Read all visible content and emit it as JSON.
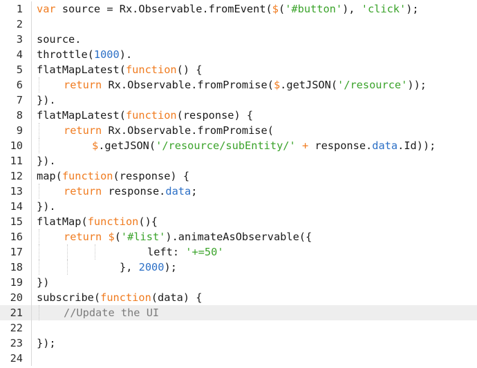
{
  "editor": {
    "active_line": 21,
    "lines": [
      {
        "n": "1",
        "indent": 0,
        "tokens": [
          [
            "kw",
            "var"
          ],
          [
            "plain",
            " source = Rx.Observable.fromEvent("
          ],
          [
            "kw",
            "$"
          ],
          [
            "plain",
            "("
          ],
          [
            "str",
            "'#button'"
          ],
          [
            "plain",
            "), "
          ],
          [
            "str",
            "'click'"
          ],
          [
            "plain",
            ");"
          ]
        ]
      },
      {
        "n": "2",
        "indent": 0,
        "tokens": []
      },
      {
        "n": "3",
        "indent": 0,
        "tokens": [
          [
            "plain",
            "source."
          ]
        ]
      },
      {
        "n": "4",
        "indent": 0,
        "tokens": [
          [
            "plain",
            "throttle("
          ],
          [
            "num",
            "1000"
          ],
          [
            "plain",
            ")."
          ]
        ]
      },
      {
        "n": "5",
        "indent": 0,
        "tokens": [
          [
            "plain",
            "flatMapLatest("
          ],
          [
            "kw",
            "function"
          ],
          [
            "plain",
            "() {"
          ]
        ]
      },
      {
        "n": "6",
        "indent": 1,
        "tokens": [
          [
            "kw",
            "return"
          ],
          [
            "plain",
            " Rx.Observable.fromPromise("
          ],
          [
            "kw",
            "$"
          ],
          [
            "plain",
            ".getJSON("
          ],
          [
            "str",
            "'/resource'"
          ],
          [
            "plain",
            "));"
          ]
        ]
      },
      {
        "n": "7",
        "indent": 0,
        "tokens": [
          [
            "plain",
            "})."
          ]
        ]
      },
      {
        "n": "8",
        "indent": 0,
        "tokens": [
          [
            "plain",
            "flatMapLatest("
          ],
          [
            "kw",
            "function"
          ],
          [
            "plain",
            "(response) {"
          ]
        ]
      },
      {
        "n": "9",
        "indent": 1,
        "tokens": [
          [
            "kw",
            "return"
          ],
          [
            "plain",
            " Rx.Observable.fromPromise("
          ]
        ]
      },
      {
        "n": "10",
        "indent": 2,
        "tokens": [
          [
            "kw",
            "$"
          ],
          [
            "plain",
            ".getJSON("
          ],
          [
            "str",
            "'/resource/subEntity/'"
          ],
          [
            "plain",
            " "
          ],
          [
            "kw",
            "+"
          ],
          [
            "plain",
            " response."
          ],
          [
            "prop",
            "data"
          ],
          [
            "plain",
            ".Id));"
          ]
        ]
      },
      {
        "n": "11",
        "indent": 0,
        "tokens": [
          [
            "plain",
            "})."
          ]
        ]
      },
      {
        "n": "12",
        "indent": 0,
        "tokens": [
          [
            "plain",
            "map("
          ],
          [
            "kw",
            "function"
          ],
          [
            "plain",
            "(response) {"
          ]
        ]
      },
      {
        "n": "13",
        "indent": 1,
        "tokens": [
          [
            "kw",
            "return"
          ],
          [
            "plain",
            " response."
          ],
          [
            "prop",
            "data"
          ],
          [
            "plain",
            ";"
          ]
        ]
      },
      {
        "n": "14",
        "indent": 0,
        "tokens": [
          [
            "plain",
            "})."
          ]
        ]
      },
      {
        "n": "15",
        "indent": 0,
        "tokens": [
          [
            "plain",
            "flatMap("
          ],
          [
            "kw",
            "function"
          ],
          [
            "plain",
            "(){"
          ]
        ]
      },
      {
        "n": "16",
        "indent": 1,
        "tokens": [
          [
            "kw",
            "return"
          ],
          [
            "plain",
            " "
          ],
          [
            "kw",
            "$"
          ],
          [
            "plain",
            "("
          ],
          [
            "str",
            "'#list'"
          ],
          [
            "plain",
            ").animateAsObservable({"
          ]
        ]
      },
      {
        "n": "17",
        "indent": 4,
        "tokens": [
          [
            "plain",
            "left: "
          ],
          [
            "str",
            "'+=50'"
          ]
        ]
      },
      {
        "n": "18",
        "indent": 3,
        "tokens": [
          [
            "plain",
            "}, "
          ],
          [
            "num",
            "2000"
          ],
          [
            "plain",
            ");"
          ]
        ]
      },
      {
        "n": "19",
        "indent": 0,
        "tokens": [
          [
            "plain",
            "})"
          ]
        ]
      },
      {
        "n": "20",
        "indent": 0,
        "tokens": [
          [
            "plain",
            "subscribe("
          ],
          [
            "kw",
            "function"
          ],
          [
            "plain",
            "(data) {"
          ]
        ]
      },
      {
        "n": "21",
        "indent": 1,
        "tokens": [
          [
            "cmt",
            "//Update the UI"
          ]
        ]
      },
      {
        "n": "22",
        "indent": 0,
        "tokens": []
      },
      {
        "n": "23",
        "indent": 0,
        "tokens": [
          [
            "plain",
            "});"
          ]
        ]
      },
      {
        "n": "24",
        "indent": 0,
        "tokens": []
      }
    ]
  }
}
